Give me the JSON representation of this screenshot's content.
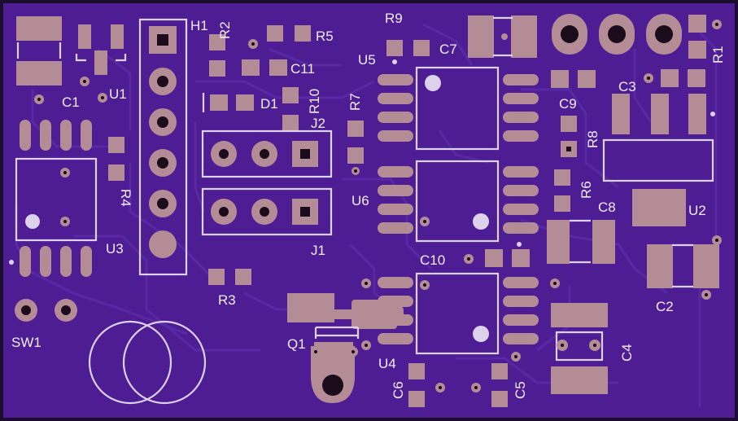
{
  "board": {
    "colors": {
      "board": "#4e1d94",
      "pad": "#b48c96",
      "silk": "#dcd2ec",
      "trace": "#5a2aa6"
    }
  },
  "labels": {
    "H1": "H1",
    "R2": "R2",
    "R9": "R9",
    "R5": "R5",
    "C7": "C7",
    "U5": "U5",
    "C11": "C11",
    "R10": "R10",
    "D1": "D1",
    "R7": "R7",
    "C9": "C9",
    "C3": "C3",
    "R1": "R1",
    "U1": "U1",
    "C1": "C1",
    "J2": "J2",
    "R8": "R8",
    "R4": "R4",
    "U6": "U6",
    "R6": "R6",
    "C8": "C8",
    "U2": "U2",
    "U3": "U3",
    "J1": "J1",
    "C10": "C10",
    "C2": "C2",
    "R3": "R3",
    "Q1": "Q1",
    "SW1": "SW1",
    "U4": "U4",
    "C4": "C4",
    "C6": "C6",
    "C5": "C5"
  }
}
